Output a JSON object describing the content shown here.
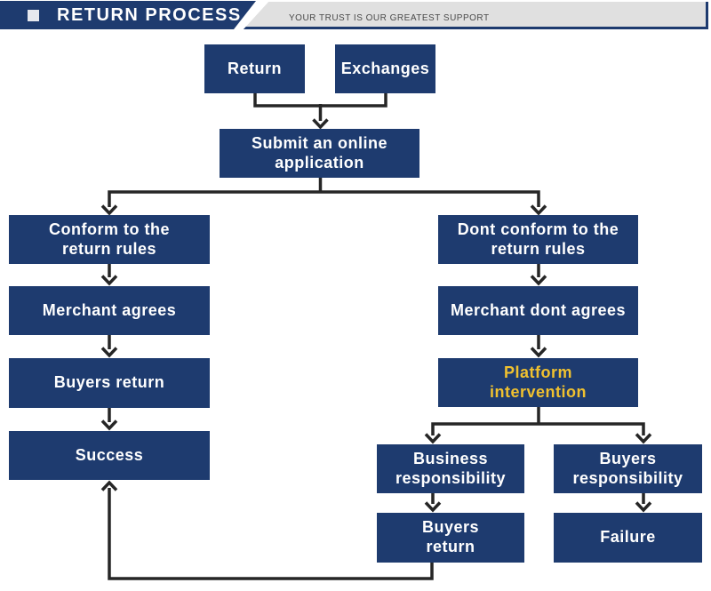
{
  "header": {
    "title": "RETURN PROCESS",
    "tagline": "YOUR TRUST IS OUR GREATEST SUPPORT"
  },
  "colors": {
    "node_bg": "#1e3b6f",
    "node_text": "#ffffff",
    "highlight_text": "#f0c12f",
    "connector": "#262626",
    "banner_bg": "#1e3b6f",
    "bar_bg": "#e0e0e0",
    "bar_border": "#1e3b6f",
    "tagline_text": "#4a4a4a",
    "title_text": "#ffffff",
    "bullet": "#e6e8ee"
  },
  "flowchart": {
    "nodes": [
      {
        "id": "return",
        "label": "Return"
      },
      {
        "id": "exchanges",
        "label": "Exchanges"
      },
      {
        "id": "submit-application",
        "label": "Submit an online\napplication"
      },
      {
        "id": "conform-rules",
        "label": "Conform to the\nreturn rules"
      },
      {
        "id": "merchant-agrees",
        "label": "Merchant agrees"
      },
      {
        "id": "buyers-return",
        "label": "Buyers return"
      },
      {
        "id": "success",
        "label": "Success"
      },
      {
        "id": "dont-conform-rules",
        "label": "Dont conform to the\nreturn rules"
      },
      {
        "id": "merchant-dont-agrees",
        "label": "Merchant dont agrees"
      },
      {
        "id": "platform-intervention",
        "label": "Platform\nintervention",
        "highlight": true
      },
      {
        "id": "business-responsibility",
        "label": "Business\nresponsibility"
      },
      {
        "id": "buyers-responsibility",
        "label": "Buyers\nresponsibility"
      },
      {
        "id": "buyers-return-2",
        "label": "Buyers\nreturn"
      },
      {
        "id": "failure",
        "label": "Failure"
      }
    ],
    "edges": [
      {
        "from": "return",
        "to": "submit-application"
      },
      {
        "from": "exchanges",
        "to": "submit-application"
      },
      {
        "from": "submit-application",
        "to": "conform-rules"
      },
      {
        "from": "submit-application",
        "to": "dont-conform-rules"
      },
      {
        "from": "conform-rules",
        "to": "merchant-agrees"
      },
      {
        "from": "merchant-agrees",
        "to": "buyers-return"
      },
      {
        "from": "buyers-return",
        "to": "success"
      },
      {
        "from": "dont-conform-rules",
        "to": "merchant-dont-agrees"
      },
      {
        "from": "merchant-dont-agrees",
        "to": "platform-intervention"
      },
      {
        "from": "platform-intervention",
        "to": "business-responsibility"
      },
      {
        "from": "platform-intervention",
        "to": "buyers-responsibility"
      },
      {
        "from": "business-responsibility",
        "to": "buyers-return-2"
      },
      {
        "from": "buyers-responsibility",
        "to": "failure"
      },
      {
        "from": "buyers-return-2",
        "to": "success"
      }
    ]
  }
}
